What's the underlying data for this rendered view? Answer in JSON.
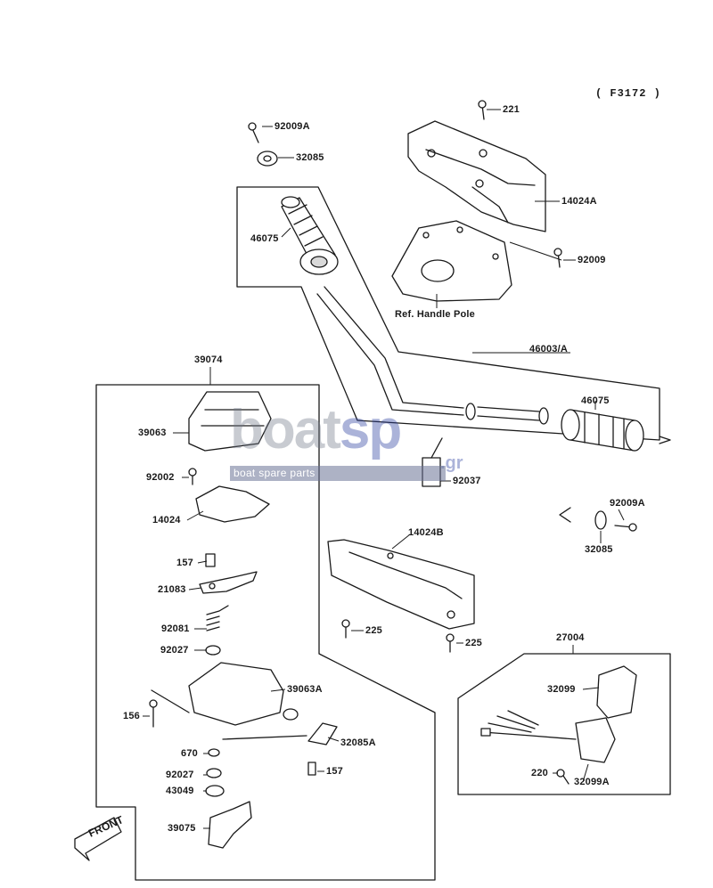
{
  "diagram_ref": "( F3172 )",
  "callouts": {
    "p_92009A_top": "92009A",
    "p_32085_top": "32085",
    "p_221": "221",
    "p_14024A": "14024A",
    "p_46075_left": "46075",
    "p_92009": "92009",
    "ref_handle_pole": "Ref. Handle Pole",
    "p_46003A": "46003/A",
    "p_39074": "39074",
    "p_46075_right": "46075",
    "p_39063": "39063",
    "p_92002": "92002",
    "p_92037": "92037",
    "p_14024": "14024",
    "p_92009A_right": "92009A",
    "p_32085_right": "32085",
    "p_14024B": "14024B",
    "p_157_upper": "157",
    "p_21083": "21083",
    "p_92081": "92081",
    "p_225_left": "225",
    "p_225_right": "225",
    "p_27004": "27004",
    "p_92027_upper": "92027",
    "p_39063A": "39063A",
    "p_32099": "32099",
    "p_156": "156",
    "p_32085A": "32085A",
    "p_670": "670",
    "p_157_lower": "157",
    "p_92027_lower": "92027",
    "p_43049": "43049",
    "p_220": "220",
    "p_32099A": "32099A",
    "p_39075": "39075"
  },
  "front_label": "FRONT",
  "watermark": {
    "logo": "boat",
    "logo_accent": "sp",
    "suffix": ".gr",
    "tagline": "boat spare parts"
  },
  "colors": {
    "ink": "#1a1a1a",
    "paper": "#ffffff",
    "shade": "#d9d9d9"
  }
}
